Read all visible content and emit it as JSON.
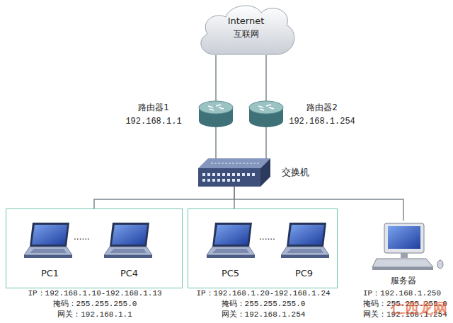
{
  "diagram": {
    "nodes": [
      {
        "text": [
          "Internet",
          "互联网"
        ]
      },
      {
        "text": [
          "路由器1",
          "192.168.1.1"
        ]
      },
      {
        "text": [
          "路由器2",
          "192.168.1.254"
        ]
      },
      {
        "text": [
          "交换机"
        ]
      },
      {
        "text": [
          "IP：192.168.1.10-192.168.1.13",
          "掩码：255.255.255.0",
          "网关：192.168.1.1"
        ]
      },
      {
        "text": [
          "PC1"
        ],
        "in": 4
      },
      {
        "text": [
          "PC4"
        ],
        "in": 4
      },
      {
        "text": [
          "IP：192.168.1.20-192.168.1.24",
          "掩码：255.255.255.0",
          "网关：192.168.1.254"
        ]
      },
      {
        "text": [
          "PC5"
        ],
        "in": 7
      },
      {
        "text": [
          "PC9"
        ],
        "in": 7
      },
      {
        "text": [
          "服务器",
          "IP：192.168.1.250",
          "掩码：255.255.255.0",
          "网关：192.168.1.254"
        ]
      }
    ],
    "edges": [
      {
        "from": 0,
        "to": 1,
        "arrow": "none"
      },
      {
        "from": 0,
        "to": 2,
        "arrow": "none"
      },
      {
        "from": 1,
        "to": 3,
        "arrow": "none"
      },
      {
        "from": 2,
        "to": 3,
        "arrow": "none"
      },
      {
        "from": 3,
        "to": 4,
        "arrow": "none"
      },
      {
        "from": 3,
        "to": 7,
        "arrow": "none"
      },
      {
        "from": 3,
        "to": 10,
        "arrow": "none"
      }
    ],
    "labels": [
      "......",
      "......",
      "仁西龙网"
    ]
  }
}
